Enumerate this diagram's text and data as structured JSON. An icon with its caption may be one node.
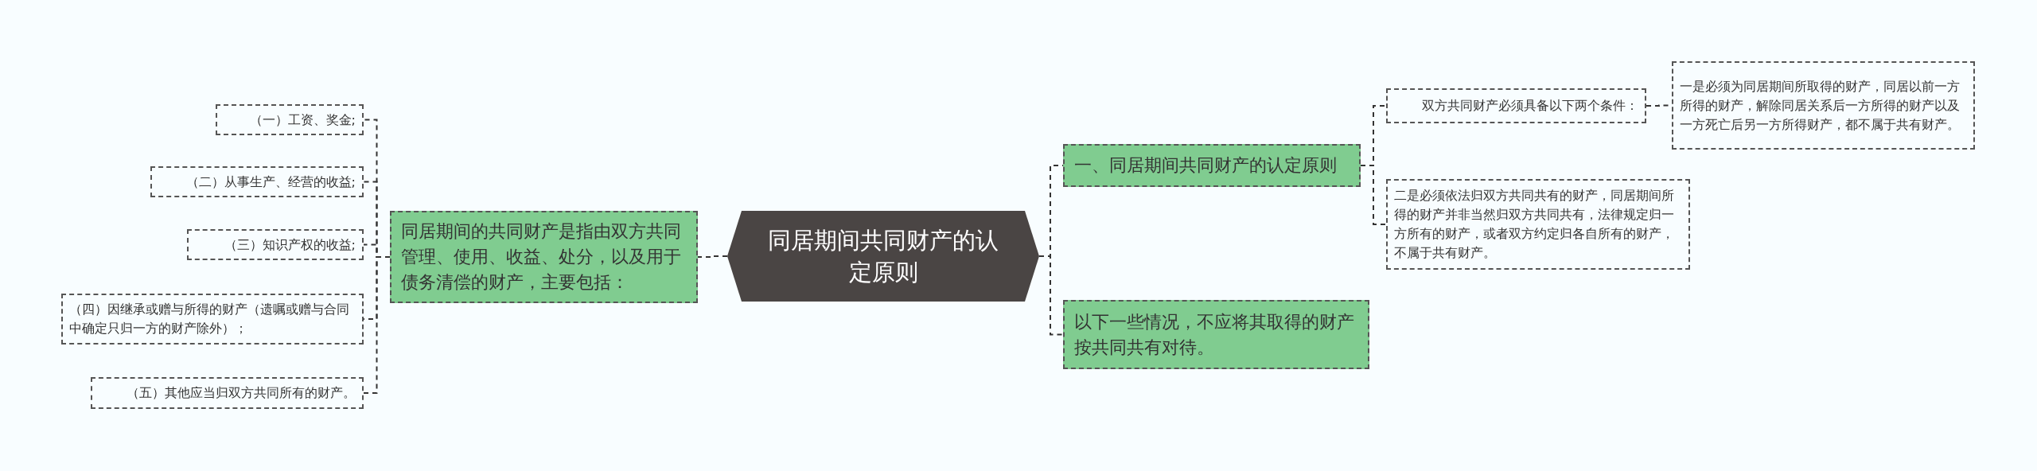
{
  "diagram": {
    "nodes": [
      {
        "text": [
          "同居期间共同财产的认定原则"
        ]
      },
      {
        "text": [
          "同居期间的共同财产是指由双方共同管理、使用、收益、处分，以及用于债务清偿的财产，主要包括："
        ]
      },
      {
        "text": [
          "（一）工资、奖金;"
        ]
      },
      {
        "text": [
          "（二）从事生产、经营的收益;"
        ]
      },
      {
        "text": [
          "（三）知识产权的收益;"
        ]
      },
      {
        "text": [
          "（四）因继承或赠与所得的财产（遗嘱或赠与合同中确定只归一方的财产除外）；"
        ]
      },
      {
        "text": [
          "（五）其他应当归双方共同所有的财产。"
        ]
      },
      {
        "text": [
          "一、同居期间共同财产的认定原则"
        ]
      },
      {
        "text": [
          "双方共同财产必须具备以下两个条件："
        ]
      },
      {
        "text": [
          "一是必须为同居期间所取得的财产，同居以前一方所得的财产，解除同居关系后一方所得的财产以及一方死亡后另一方所得财产，都不属于共有财产。"
        ]
      },
      {
        "text": [
          "二是必须依法归双方共同共有的财产，同居期间所得的财产并非当然归双方共同共有，法律规定归一方所有的财产，或者双方约定归各自所有的财产，不属于共有财产。"
        ]
      },
      {
        "text": [
          "以下一些情况，不应将其取得的财产按共同共有对待。"
        ]
      }
    ],
    "edges": [
      {
        "from": 0,
        "to": 1,
        "arrow": "none"
      },
      {
        "from": 1,
        "to": 2,
        "arrow": "none"
      },
      {
        "from": 1,
        "to": 3,
        "arrow": "none"
      },
      {
        "from": 1,
        "to": 4,
        "arrow": "none"
      },
      {
        "from": 1,
        "to": 5,
        "arrow": "none"
      },
      {
        "from": 1,
        "to": 6,
        "arrow": "none"
      },
      {
        "from": 0,
        "to": 7,
        "arrow": "none"
      },
      {
        "from": 7,
        "to": 8,
        "arrow": "none"
      },
      {
        "from": 8,
        "to": 9,
        "arrow": "none"
      },
      {
        "from": 7,
        "to": 10,
        "arrow": "none"
      },
      {
        "from": 0,
        "to": 11,
        "arrow": "none"
      }
    ]
  }
}
